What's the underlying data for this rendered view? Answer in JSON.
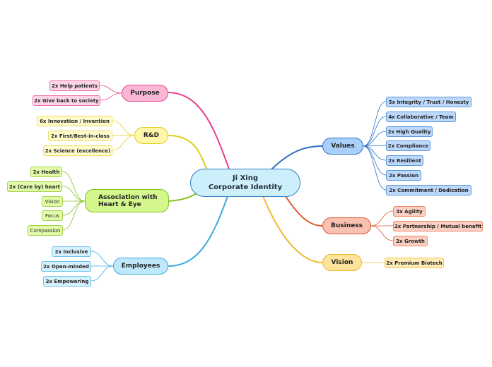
{
  "central": {
    "line1": "Ji Xing",
    "line2": "Corporate Identity"
  },
  "branches": {
    "purpose": {
      "label": "Purpose",
      "color": "#e8418f",
      "items": [
        "2x Help patients",
        "2x Give back to society"
      ]
    },
    "rnd": {
      "label": "R&D",
      "color": "#e4cd1e",
      "items": [
        "6x Innovation / Invention",
        "2x First/Best-in-class",
        "2x Science (excellence)"
      ]
    },
    "association": {
      "label": "Association with Heart & Eye",
      "color": "#85c21b",
      "items": [
        "2x Health",
        "2x (Care by) heart",
        "Vision",
        "Focus",
        "Compassion"
      ]
    },
    "employees": {
      "label": "Employees",
      "color": "#3aa9de",
      "items": [
        "2x Inclusive",
        "2x Open-minded",
        "2x Empowering"
      ]
    },
    "values": {
      "label": "Values",
      "color": "#2b6fc3",
      "items": [
        "5x Integrity / Trust / Honesty",
        "4x Collaborative / Team",
        "2x High Quality",
        "2x Compliance",
        "2x Resilient",
        "2x Passion",
        "2x Commitment / Dedication"
      ]
    },
    "business": {
      "label": "Business",
      "color": "#dc5a30",
      "items": [
        "3x Agility",
        "2x Partnership / Mutual benefit",
        "2x Growth"
      ]
    },
    "vision": {
      "label": "Vision",
      "color": "#f0b72c",
      "items": [
        "2x Premium Biotech"
      ]
    }
  }
}
